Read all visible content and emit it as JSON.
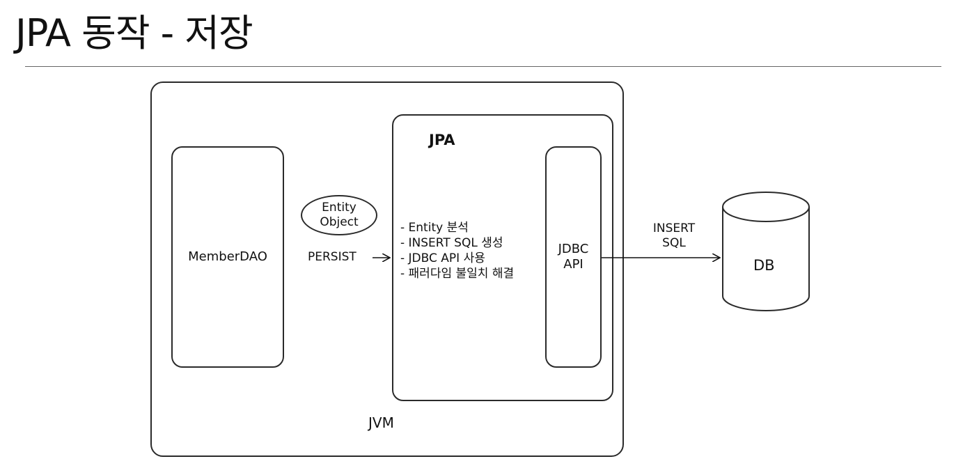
{
  "title": "JPA 동작 - 저장",
  "diagram": {
    "jvm_label": "JVM",
    "jpa_label": "JPA",
    "dao_label": "MemberDAO",
    "entity_object_label": "Entity Object",
    "persist_label": "PERSIST",
    "jpa_features": [
      "- Entity 분석",
      "- INSERT SQL 생성",
      "- JDBC API 사용",
      "- 패러다임 불일치 해결"
    ],
    "jdbc_label": "JDBC API",
    "insert_sql_label": "INSERT SQL",
    "db_label": "DB"
  }
}
